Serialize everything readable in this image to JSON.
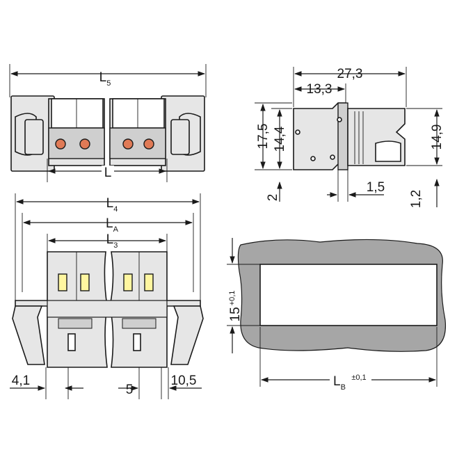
{
  "dimensions": {
    "top_left_view": {
      "overall_length": {
        "main": "L",
        "sub": "5"
      },
      "pitch_length": {
        "main": "L",
        "sub": ""
      }
    },
    "side_view": {
      "width_total": "27,3",
      "width_partial": "13,3",
      "height_outer": "17,5",
      "height_inner": "14,4",
      "height_right": "14,9",
      "bottom_offset": "2",
      "flange_thickness": "1,5",
      "bottom_right": "1,2"
    },
    "front_view": {
      "length_4": {
        "main": "L",
        "sub": "4"
      },
      "length_A": {
        "main": "L",
        "sub": "A"
      },
      "length_3": {
        "main": "L",
        "sub": "3"
      },
      "left_offset": "4,1",
      "pitch": "5",
      "right_offset": "10,5"
    },
    "panel_cutout": {
      "height": "15",
      "height_tolerance": "+0,1",
      "length": {
        "main": "L",
        "sub": "B"
      },
      "length_tolerance": "±0,1"
    }
  },
  "colors": {
    "line": "#1a1a1a",
    "housing_fill": "#e6e6e6",
    "panel_fill": "#a6a6a6",
    "contact_fill": "#e07a56",
    "contact_yellow": "#fff6a0"
  }
}
